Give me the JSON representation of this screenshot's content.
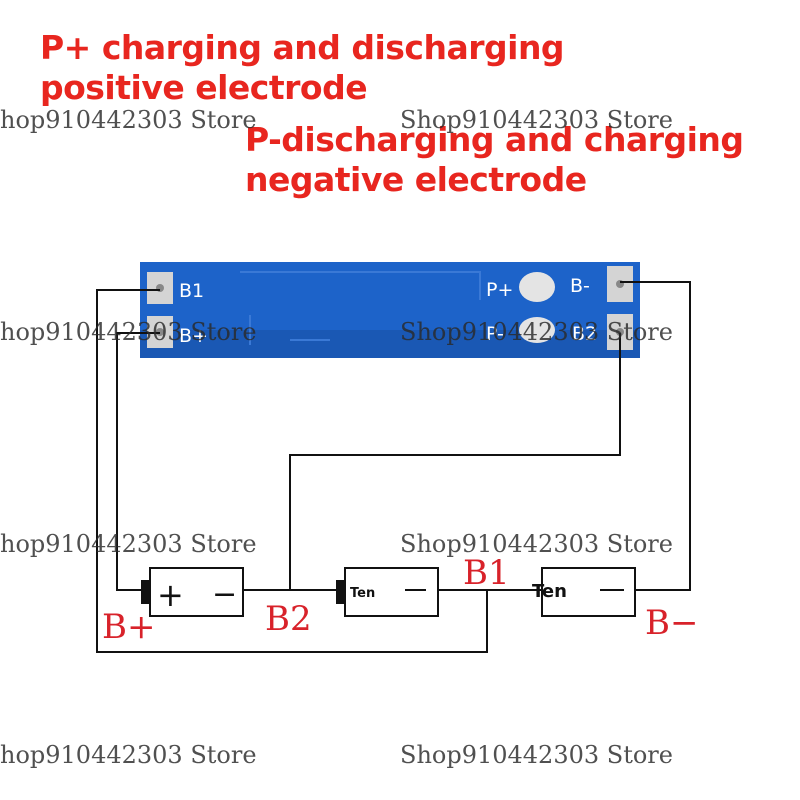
{
  "headings": {
    "p_plus": [
      "P+ charging and discharging",
      "positive electrode"
    ],
    "p_minus": [
      "P-discharging and charging",
      "negative electrode"
    ]
  },
  "board": {
    "pads": {
      "b1": "B1",
      "b_plus": "B+",
      "p_plus": "P+",
      "p_minus": "P-",
      "b_minus": "B-",
      "b2": "B2"
    }
  },
  "cells": {
    "c1_plus": "+",
    "c1_minus": "−",
    "c2_label": "Ten",
    "c3_label": "Ten"
  },
  "node_labels": {
    "b_plus": "B+",
    "b2": "B2",
    "b1": "B1",
    "b_minus": "B−"
  },
  "watermark": {
    "text_partial": "hop910442303 Store",
    "text_full": "Shop910442303 Store"
  },
  "colors": {
    "heading": "#e8261f",
    "pcb": "#1d63c9",
    "pad": "#d4d4d4",
    "node_label": "#d8222a",
    "wire": "#111111"
  }
}
